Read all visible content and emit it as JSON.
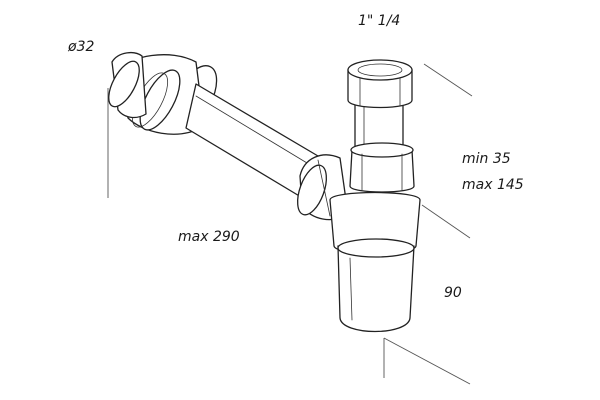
{
  "labels": {
    "pipe_diameter": "ø32",
    "thread_size": "1\" 1/4",
    "height_min": "min 35",
    "height_max": "max 145",
    "length_max": "max 290",
    "cup_height": "90"
  }
}
